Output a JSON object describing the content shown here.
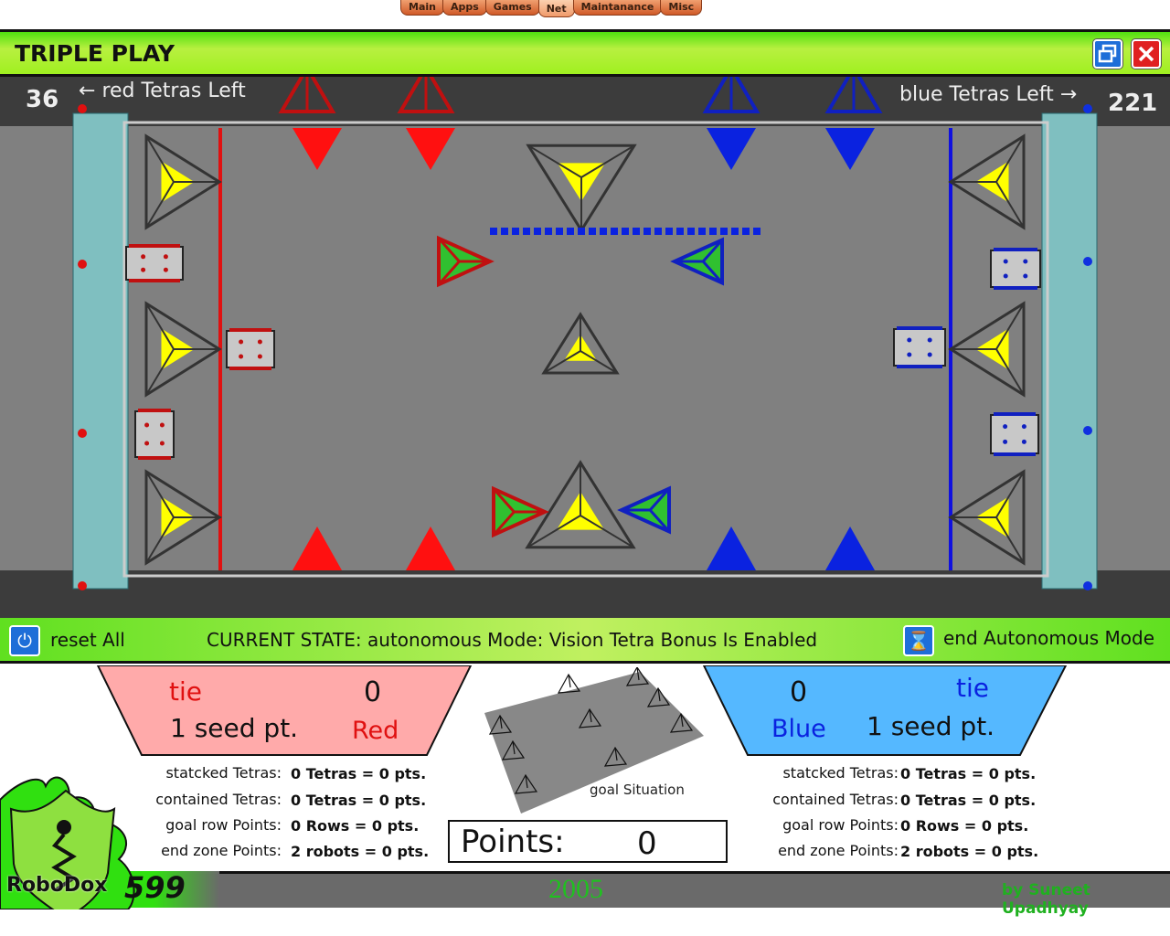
{
  "menu": [
    {
      "label": "Main"
    },
    {
      "label": "Apps"
    },
    {
      "label": "Games"
    },
    {
      "label": "Net"
    },
    {
      "label": "Maintanance"
    },
    {
      "label": "Misc"
    }
  ],
  "title": "TRIPLE PLAY",
  "window": {
    "restore_icon": "restore-icon",
    "close_icon": "close-icon"
  },
  "field": {
    "red_tetras_left": "36",
    "red_tetras_label": "red Tetras Left",
    "blue_tetras_left": "221",
    "blue_tetras_label": "blue Tetras Left"
  },
  "status": {
    "reset_label": "reset All",
    "state": "CURRENT STATE: autonomous Mode: Vision Tetra Bonus Is Enabled",
    "end_auto_label": "end Autonomous Mode"
  },
  "red": {
    "result": "tie",
    "score": "0",
    "seed": "1 seed pt.",
    "name": "Red",
    "rows": [
      {
        "label": "statcked Tetras:",
        "value": "0 Tetras = 0 pts."
      },
      {
        "label": "contained Tetras:",
        "value": "0 Tetras = 0 pts."
      },
      {
        "label": "goal row Points:",
        "value": "0 Rows = 0 pts."
      },
      {
        "label": "end zone Points:",
        "value": "2 robots = 0 pts."
      }
    ]
  },
  "blue": {
    "result": "tie",
    "score": "0",
    "seed": "1 seed pt.",
    "name": "Blue",
    "rows": [
      {
        "label": "statcked Tetras:",
        "value": "0 Tetras = 0 pts."
      },
      {
        "label": "contained Tetras:",
        "value": "0 Tetras = 0 pts."
      },
      {
        "label": "goal row Points:",
        "value": "0 Rows = 0 pts."
      },
      {
        "label": "end zone Points:",
        "value": "2 robots = 0 pts."
      }
    ]
  },
  "goal": {
    "label": "goal Situation",
    "points_label": "Points:",
    "points_value": "0"
  },
  "footer": {
    "team_name": "RoboDox",
    "team_number": "599",
    "year": "2005",
    "credit": "by Suneet Upadhyay"
  },
  "colors": {
    "red": "#ff1010",
    "blue": "#0a22e0",
    "green": "#40e010",
    "yellow": "#ffff00"
  }
}
